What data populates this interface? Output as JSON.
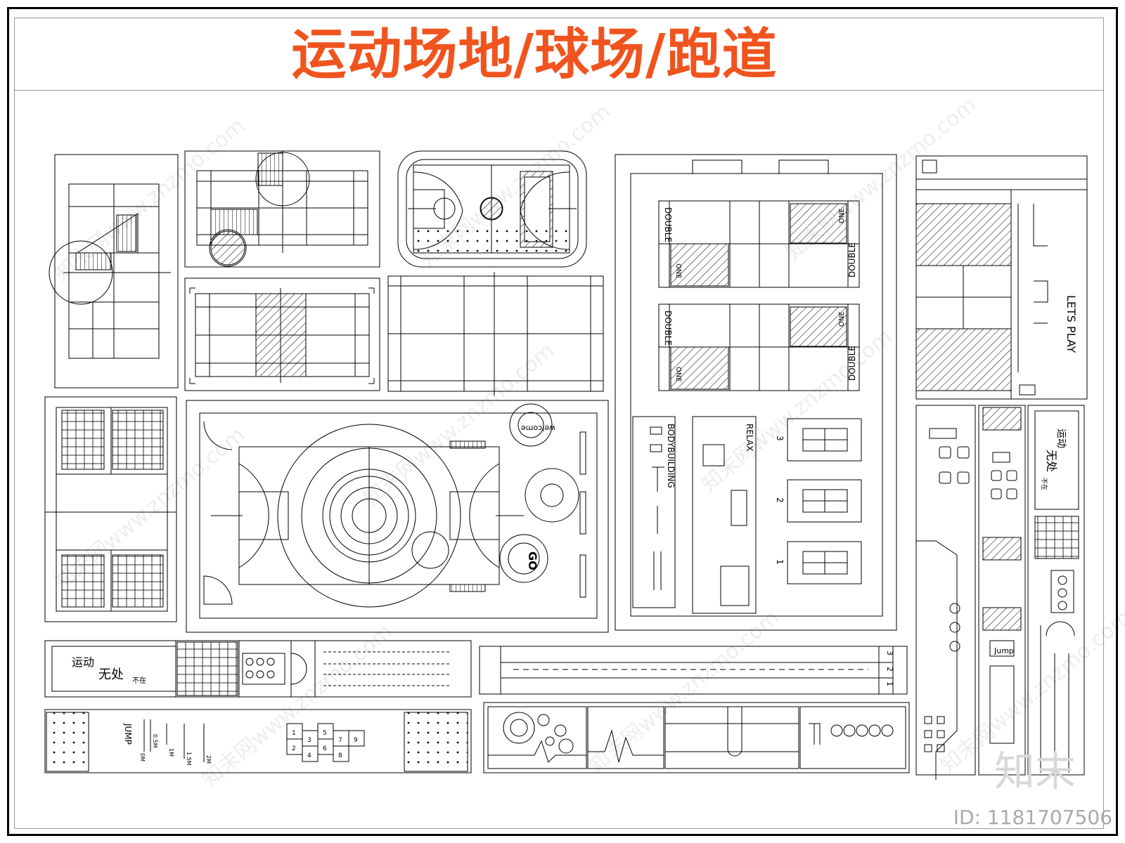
{
  "page": {
    "title": "运动场地/球场/跑道",
    "brand": "知末",
    "id_label": "ID: 1181707506",
    "watermark": "知末网www.znzmo.com",
    "title_color": "#f0541e"
  },
  "labels": {
    "double": "DOUBLE",
    "one": "ONE",
    "bodybuilding": "BODYBUILDING",
    "relax": "RELAX",
    "lets_play": "LETS PLAY",
    "welcome": "welcome",
    "go": "GO",
    "jump": "JUMP",
    "jump_box": "Jump",
    "sport_slogan_1": "运动",
    "sport_slogan_2": "无处",
    "sport_slogan_3": "不在",
    "table_numbers": [
      "3",
      "2",
      "1"
    ],
    "hopscotch": [
      "1",
      "2",
      "3",
      "4",
      "5",
      "6",
      "7",
      "8",
      "9"
    ],
    "lane_numbers": [
      "3",
      "2",
      "1"
    ],
    "distance_marks": [
      "0.5M",
      "1M",
      "1.5M",
      "2M",
      "0M"
    ]
  }
}
